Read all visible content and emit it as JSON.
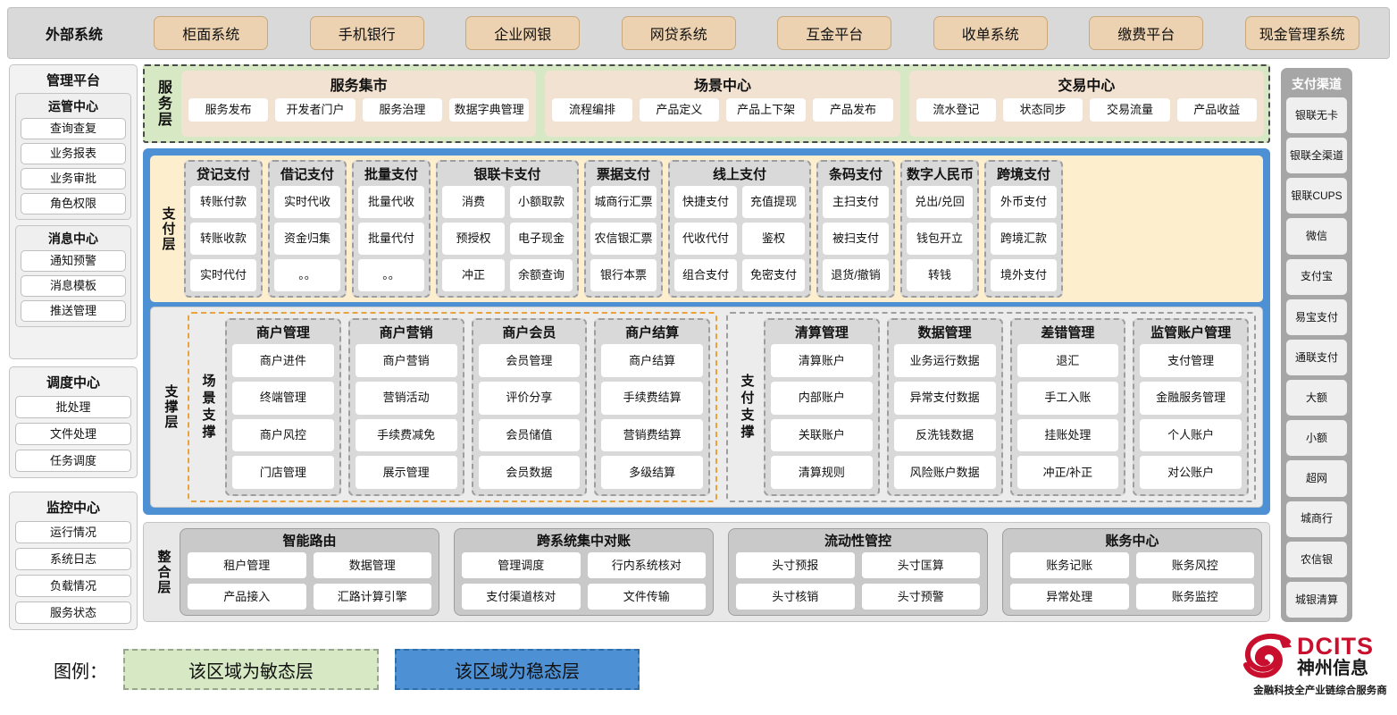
{
  "external": {
    "label": "外部系统",
    "systems": [
      "柜面系统",
      "手机银行",
      "企业网银",
      "网贷系统",
      "互金平台",
      "收单系统",
      "缴费平台",
      "现金管理系统"
    ]
  },
  "mgmt_platform": {
    "title": "管理平台",
    "groups": [
      {
        "title": "运管中心",
        "items": [
          "查询查复",
          "业务报表",
          "业务审批",
          "角色权限"
        ]
      },
      {
        "title": "消息中心",
        "items": [
          "通知预警",
          "消息模板",
          "推送管理"
        ]
      }
    ]
  },
  "schedule_center": {
    "title": "调度中心",
    "items": [
      "批处理",
      "文件处理",
      "任务调度"
    ]
  },
  "monitor_center": {
    "title": "监控中心",
    "items": [
      "运行情况",
      "系统日志",
      "负载情况",
      "服务状态"
    ]
  },
  "service_layer": {
    "title": "服务层",
    "centers": [
      {
        "title": "服务集市",
        "items": [
          "服务发布",
          "开发者门户",
          "服务治理",
          "数据字典管理"
        ]
      },
      {
        "title": "场景中心",
        "items": [
          "流程编排",
          "产品定义",
          "产品上下架",
          "产品发布"
        ]
      },
      {
        "title": "交易中心",
        "items": [
          "流水登记",
          "状态同步",
          "交易流量",
          "产品收益"
        ]
      }
    ]
  },
  "payment_layer": {
    "title": "支付层",
    "groups": [
      {
        "title": "贷记支付",
        "cols": 1,
        "items": [
          [
            "转账付款",
            "转账收款",
            "实时代付"
          ]
        ]
      },
      {
        "title": "借记支付",
        "cols": 1,
        "items": [
          [
            "实时代收",
            "资金归集",
            "。。"
          ]
        ]
      },
      {
        "title": "批量支付",
        "cols": 1,
        "items": [
          [
            "批量代收",
            "批量代付",
            "。。"
          ]
        ]
      },
      {
        "title": "银联卡支付",
        "cols": 2,
        "items": [
          [
            "消费",
            "预授权",
            "冲正"
          ],
          [
            "小额取款",
            "电子现金",
            "余额查询"
          ]
        ]
      },
      {
        "title": "票据支付",
        "cols": 1,
        "items": [
          [
            "城商行汇票",
            "农信银汇票",
            "银行本票"
          ]
        ]
      },
      {
        "title": "线上支付",
        "cols": 2,
        "items": [
          [
            "快捷支付",
            "代收代付",
            "组合支付"
          ],
          [
            "充值提现",
            "鉴权",
            "免密支付"
          ]
        ]
      },
      {
        "title": "条码支付",
        "cols": 1,
        "items": [
          [
            "主扫支付",
            "被扫支付",
            "退货/撤销"
          ]
        ]
      },
      {
        "title": "数字人民币",
        "cols": 1,
        "items": [
          [
            "兑出/兑回",
            "钱包开立",
            "转钱"
          ]
        ]
      },
      {
        "title": "跨境支付",
        "cols": 1,
        "items": [
          [
            "外币支付",
            "跨境汇款",
            "境外支付"
          ]
        ]
      }
    ]
  },
  "support_layer": {
    "title": "支撑层",
    "halves": [
      {
        "title": "场景支撑",
        "groups": [
          {
            "title": "商户管理",
            "items": [
              "商户进件",
              "终端管理",
              "商户风控",
              "门店管理"
            ]
          },
          {
            "title": "商户营销",
            "items": [
              "商户营销",
              "营销活动",
              "手续费减免",
              "展示管理"
            ]
          },
          {
            "title": "商户会员",
            "items": [
              "会员管理",
              "评价分享",
              "会员储值",
              "会员数据"
            ]
          },
          {
            "title": "商户结算",
            "items": [
              "商户结算",
              "手续费结算",
              "营销费结算",
              "多级结算"
            ]
          }
        ]
      },
      {
        "title": "支付支撑",
        "groups": [
          {
            "title": "清算管理",
            "items": [
              "清算账户",
              "内部账户",
              "关联账户",
              "清算规则"
            ]
          },
          {
            "title": "数据管理",
            "items": [
              "业务运行数据",
              "异常支付数据",
              "反洗钱数据",
              "风险账户数据"
            ]
          },
          {
            "title": "差错管理",
            "items": [
              "退汇",
              "手工入账",
              "挂账处理",
              "冲正/补正"
            ]
          },
          {
            "title": "监管账户管理",
            "items": [
              "支付管理",
              "金融服务管理",
              "个人账户",
              "对公账户"
            ]
          }
        ]
      }
    ]
  },
  "integration_layer": {
    "title": "整合层",
    "groups": [
      {
        "title": "智能路由",
        "rows": [
          [
            "租户管理",
            "数据管理"
          ],
          [
            "产品接入",
            "汇路计算引擎"
          ]
        ]
      },
      {
        "title": "跨系统集中对账",
        "rows": [
          [
            "管理调度",
            "行内系统核对"
          ],
          [
            "支付渠道核对",
            "文件传输"
          ]
        ]
      },
      {
        "title": "流动性管控",
        "rows": [
          [
            "头寸预报",
            "头寸匡算"
          ],
          [
            "头寸核销",
            "头寸预警"
          ]
        ]
      },
      {
        "title": "账务中心",
        "rows": [
          [
            "账务记账",
            "账务风控"
          ],
          [
            "异常处理",
            "账务监控"
          ]
        ]
      }
    ]
  },
  "pay_channel": {
    "title": "支付渠道",
    "items": [
      "银联无卡",
      "银联全渠道",
      "银联CUPS",
      "微信",
      "支付宝",
      "易宝支付",
      "通联支付",
      "大额",
      "小额",
      "超网",
      "城商行",
      "农信银",
      "城银清算"
    ]
  },
  "legend": {
    "label": "图例：",
    "agile": "该区域为敏态层",
    "stable": "该区域为稳态层",
    "agile_color": "#d6e8c4",
    "stable_color": "#4e90d4"
  },
  "logo": {
    "brand_en": "DCITS",
    "brand_cn": "神州信息",
    "tagline": "金融科技全产业链综合服务商",
    "accent_color": "#c8102e"
  }
}
